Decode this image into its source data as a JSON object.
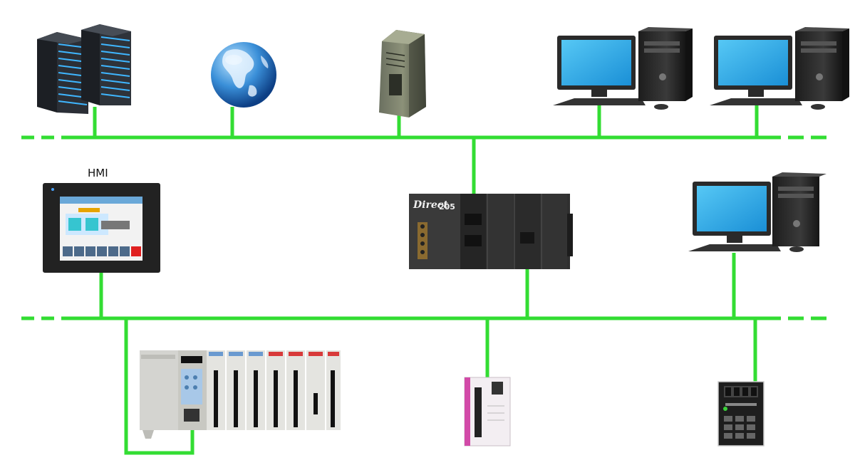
{
  "labels": {
    "hmi": "HMI",
    "plc_brand_1": "Direct",
    "plc_model": "205"
  },
  "colors": {
    "network": "#33dd33",
    "background": "#ffffff",
    "device_dark": "#2b2b2b",
    "screen_blue": "#1ea7e8"
  },
  "icons": [
    "server-rack-icon",
    "globe-icon",
    "tower-server-icon",
    "desktop-computer-icon",
    "hmi-panel-icon",
    "plc-rack-icon",
    "io-module-icon",
    "remote-terminal-icon"
  ]
}
